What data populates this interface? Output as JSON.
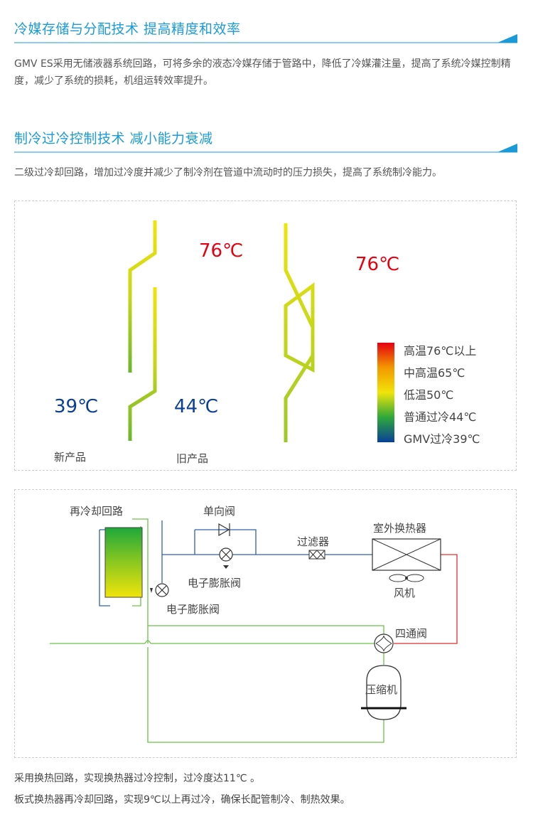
{
  "section1": {
    "title": "冷媒存储与分配技术  提高精度和效率",
    "text": "GMV ES采用无储液器系统回路，可将多余的液态冷媒存储于管路中，降低了冷媒灌注量，提高了系统冷媒控制精度，减少了系统的损耗，机组运转效率提升。"
  },
  "section2": {
    "title": "制冷过冷控制技术  减小能力衰减",
    "text": "二级过冷却回路，增加过冷度并减少了制冷剂在管道中流动时的压力损失，提高了系统制冷能力。"
  },
  "temp_diagram": {
    "new_product": {
      "label": "新产品",
      "temp_high": "76℃",
      "temp_low": "39℃",
      "temp_mid": "44℃"
    },
    "old_product": {
      "label": "旧产品",
      "temp_high": "76℃"
    },
    "legend": [
      {
        "label": "高温76℃以上",
        "color": "#e60012"
      },
      {
        "label": "中高温65℃",
        "color": "#f39800"
      },
      {
        "label": "低温50℃",
        "color": "#f0e40a"
      },
      {
        "label": "普通过冷44℃",
        "color": "#2ea83a"
      },
      {
        "label": "GMV过冷39℃",
        "color": "#0a3f99"
      }
    ]
  },
  "circuit": {
    "subcool_loop": "再冷却回路",
    "check_valve": "单向阀",
    "filter": "过滤器",
    "outdoor_hx": "室外换热器",
    "eev1": "电子膨胀阀",
    "eev2": "电子膨胀阀",
    "fan": "风机",
    "four_way": "四通阀",
    "compressor": "压缩机"
  },
  "footer": {
    "line1": "采用换热回路，实现换热器过冷控制，过冷度达11℃ 。",
    "line2": "板式换热器再冷却回路，实现9℃以上再过冷，确保长配管制冷、制热效果。"
  }
}
